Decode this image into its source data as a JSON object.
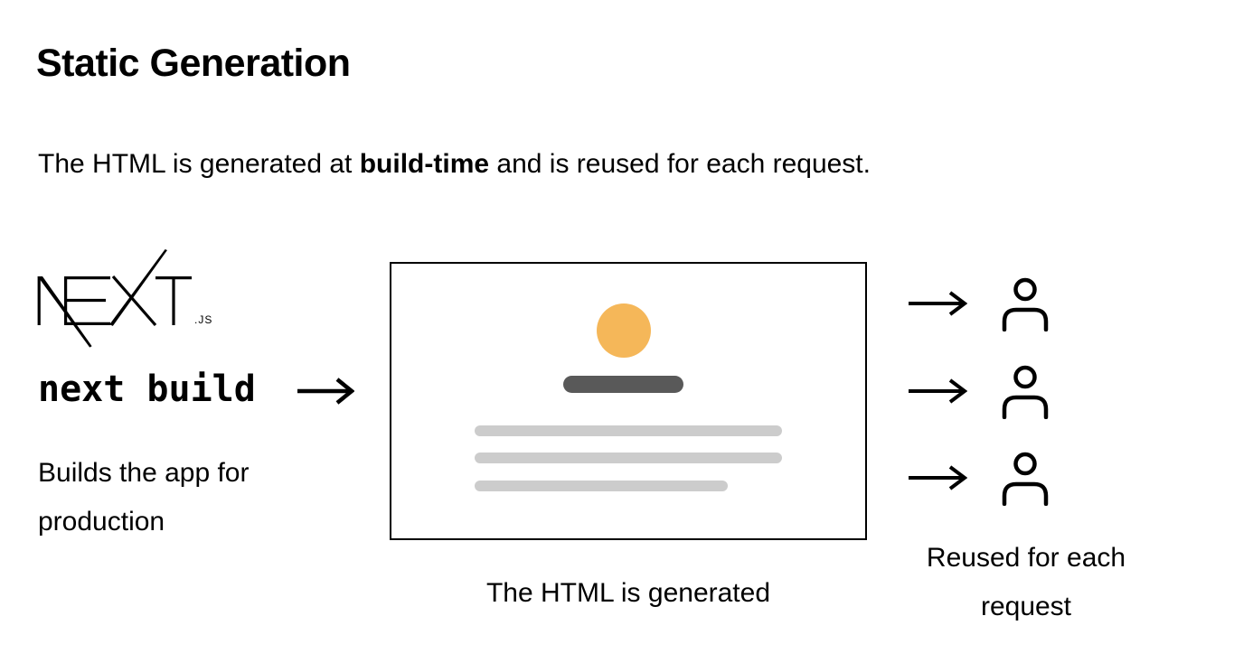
{
  "header": {
    "title": "Static Generation"
  },
  "intro": {
    "text_before": "The HTML is generated at ",
    "emphasis": "build-time",
    "text_after": " and is reused for each request."
  },
  "left": {
    "logo_label": "NEXT.js logo",
    "logo_wordmark": "NEXT",
    "logo_suffix": ".JS",
    "command": "next build",
    "description": "Builds the app for production"
  },
  "center": {
    "caption": "The HTML is generated"
  },
  "right": {
    "caption": "Reused for each request",
    "user_count": 3
  },
  "colors": {
    "circle": "#F5B759",
    "title_bar": "#595959",
    "text_bar": "#CCCCCC",
    "ink": "#000000",
    "background": "#FFFFFF"
  }
}
